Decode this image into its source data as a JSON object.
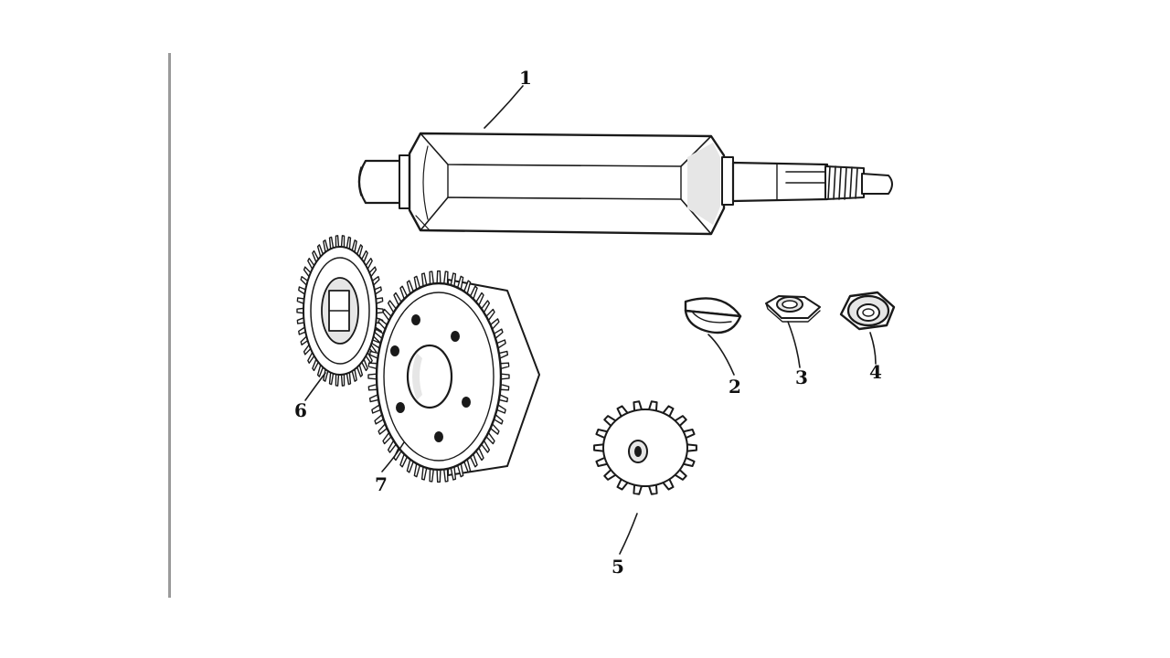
{
  "diagram": {
    "parts": [
      {
        "id": "shaft",
        "label": "1"
      },
      {
        "id": "woodruff-key",
        "label": "2"
      },
      {
        "id": "washer",
        "label": "3"
      },
      {
        "id": "nut",
        "label": "4"
      },
      {
        "id": "sprocket",
        "label": "5"
      },
      {
        "id": "small-gear",
        "label": "6"
      },
      {
        "id": "large-gear",
        "label": "7"
      }
    ],
    "colors": {
      "ink": "#1a1a1a",
      "frame_line": "#9a9a9a",
      "background": "#ffffff"
    }
  }
}
